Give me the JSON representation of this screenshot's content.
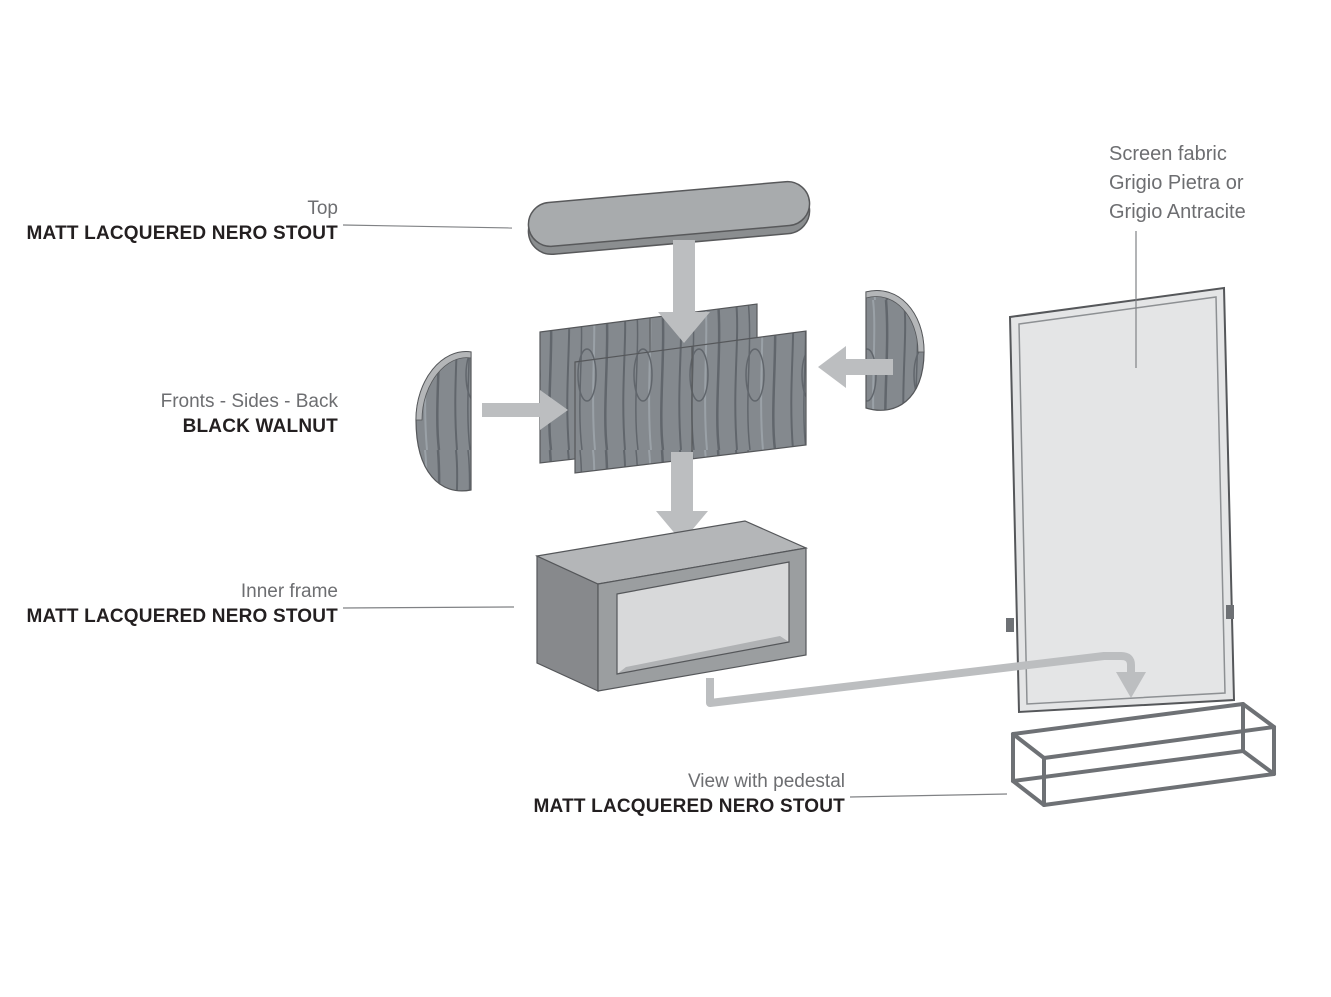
{
  "labels": {
    "top": {
      "line1": "Top",
      "line2": "MATT LACQUERED NERO STOUT"
    },
    "fronts_sides_back": {
      "line1": "Fronts - Sides - Back",
      "line2": "BLACK WALNUT"
    },
    "inner_frame": {
      "line1": "Inner frame",
      "line2": "MATT LACQUERED NERO STOUT"
    },
    "view_with_pedestal": {
      "line1": "View with pedestal",
      "line2": "MATT LACQUERED NERO STOUT"
    },
    "screen_fabric": {
      "line1": "Screen fabric",
      "line2": "Grigio Pietra or",
      "line3": "Grigio Antracite"
    }
  },
  "colors": {
    "label_text": "#6d6e71",
    "label_emphasis": "#231f20",
    "arrow_fill": "#bcbec0",
    "wood_base": "#84898e",
    "wood_grain_dark": "#61666c",
    "wood_grain_light": "#9aa1a7",
    "metal_outline": "#58595b",
    "slab_top": "#a8abad",
    "slab_edge": "#8b8e90",
    "frame_top": "#b4b6b8",
    "frame_front": "#9b9ea0",
    "frame_side": "#87898c",
    "frame_interior": "#d8d9da",
    "frame_interior_floor": "#b0b2b4",
    "screen_fill": "#e4e5e6",
    "screen_inner_line": "#8d9093",
    "pedestal_stroke": "#6e7175",
    "leader_line": "#808285"
  }
}
